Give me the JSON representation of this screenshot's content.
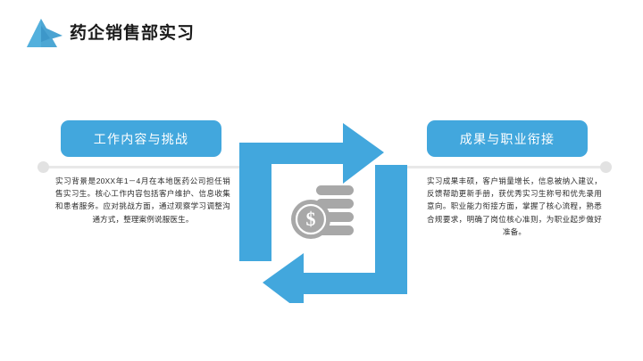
{
  "slide": {
    "background_color": "#ffffff",
    "accent_color": "#42a7dd",
    "accent_color_dark": "#2f93cc",
    "text_color": "#2b2b2b",
    "rail_color": "#e8e8e8"
  },
  "header": {
    "title": "药企销售部实习",
    "logo_name": "triangle-mountain-logo"
  },
  "sections": [
    {
      "id": "left",
      "pill_label": "工作内容与挑战",
      "body": "实习背景是20XX年1－4月在本地医药公司担任销售实习生。核心工作内容包括客户维护、信息收集和患者服务。应对挑战方面，通过观察学习调整沟通方式，整理案例说服医生。"
    },
    {
      "id": "right",
      "pill_label": "成果与职业衔接",
      "body": "实习成果丰硕，客户销量增长，信息被纳入建议，反馈帮助更新手册，获优秀实习生称号和优先录用意向。职业能力衔接方面，掌握了核心流程，熟悉合规要求，明确了岗位核心准则，为职业起步做好准备。"
    }
  ],
  "center_graphic": {
    "name": "cycle-arrows-with-money",
    "arrow_top_name": "arrow-clockwise-top-right",
    "arrow_bottom_name": "arrow-counterclockwise-bottom-left",
    "center_icon_name": "money-coins-icon",
    "arrow_color": "#42a7dd",
    "coin_color": "#a8a8a8"
  }
}
